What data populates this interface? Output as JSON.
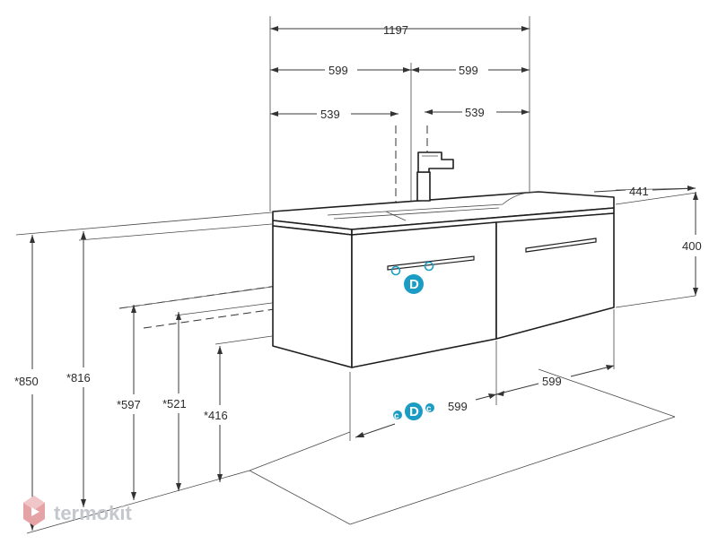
{
  "dimensions": {
    "overall_width": "1197",
    "half_width_left": "599",
    "half_width_right": "599",
    "basin_offset_left": "539",
    "basin_offset_right": "539",
    "depth": "441",
    "height": "400",
    "floor_to_top": "*850",
    "floor_to_bottom_top": "*816",
    "floor_to_drain_1": "*597",
    "floor_to_drain_2": "*521",
    "floor_to_cabinet_bottom": "*416",
    "bottom_half_left": "599",
    "bottom_half_right": "599"
  },
  "markers": {
    "drain": "D",
    "supply_cold": "c",
    "supply_hot": "c"
  },
  "brand": {
    "name": "termokit"
  },
  "colors": {
    "marker": "#1a9cc4",
    "line": "#3a3a3a",
    "brand": "#c4c8cc"
  }
}
